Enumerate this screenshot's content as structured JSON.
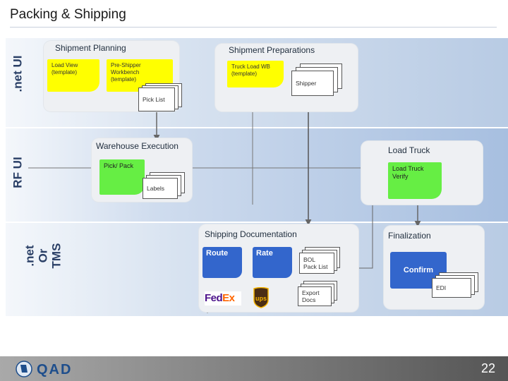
{
  "header": {
    "title": "Packing & Shipping"
  },
  "lanes": [
    {
      "label": ".net UI"
    },
    {
      "label": "RF UI"
    },
    {
      "label_lines": [
        ".net",
        "Or",
        "TMS"
      ]
    }
  ],
  "panels": {
    "shipment_planning": {
      "title": "Shipment Planning",
      "load_view": [
        "Load View",
        "(template)"
      ],
      "pre_shipper": [
        "Pre-Shipper",
        "Workbench",
        "(template)"
      ],
      "pick_list": "Pick List"
    },
    "shipment_preparations": {
      "title": "Shipment Preparations",
      "truck_load_wb": [
        "Truck Load WB",
        "(template)"
      ],
      "shipper": "Shipper"
    },
    "warehouse_execution": {
      "title": "Warehouse Execution",
      "pick_pack": "Pick/ Pack",
      "labels": "Labels"
    },
    "load_truck": {
      "title": "Load Truck",
      "load_truck_verify": [
        "Load Truck",
        "Verify"
      ]
    },
    "shipping_documentation": {
      "title": "Shipping Documentation",
      "route": "Route",
      "rate": "Rate",
      "bol": [
        "BOL",
        "Pack List"
      ],
      "export_docs": [
        "Export",
        "Docs"
      ],
      "carrier_logos": [
        "FedEx",
        "ups"
      ]
    },
    "finalization": {
      "title": "Finalization",
      "confirm": "Confirm",
      "edi": "EDI"
    }
  },
  "footer": {
    "logo_text": "QAD",
    "page_number": "22"
  },
  "colors": {
    "sticky_yellow": "#ffff00",
    "sticky_green": "#66ee44",
    "confirm_blue": "#3366cc",
    "lane_label": "#2a3f66",
    "footer_gray": "#555555"
  }
}
